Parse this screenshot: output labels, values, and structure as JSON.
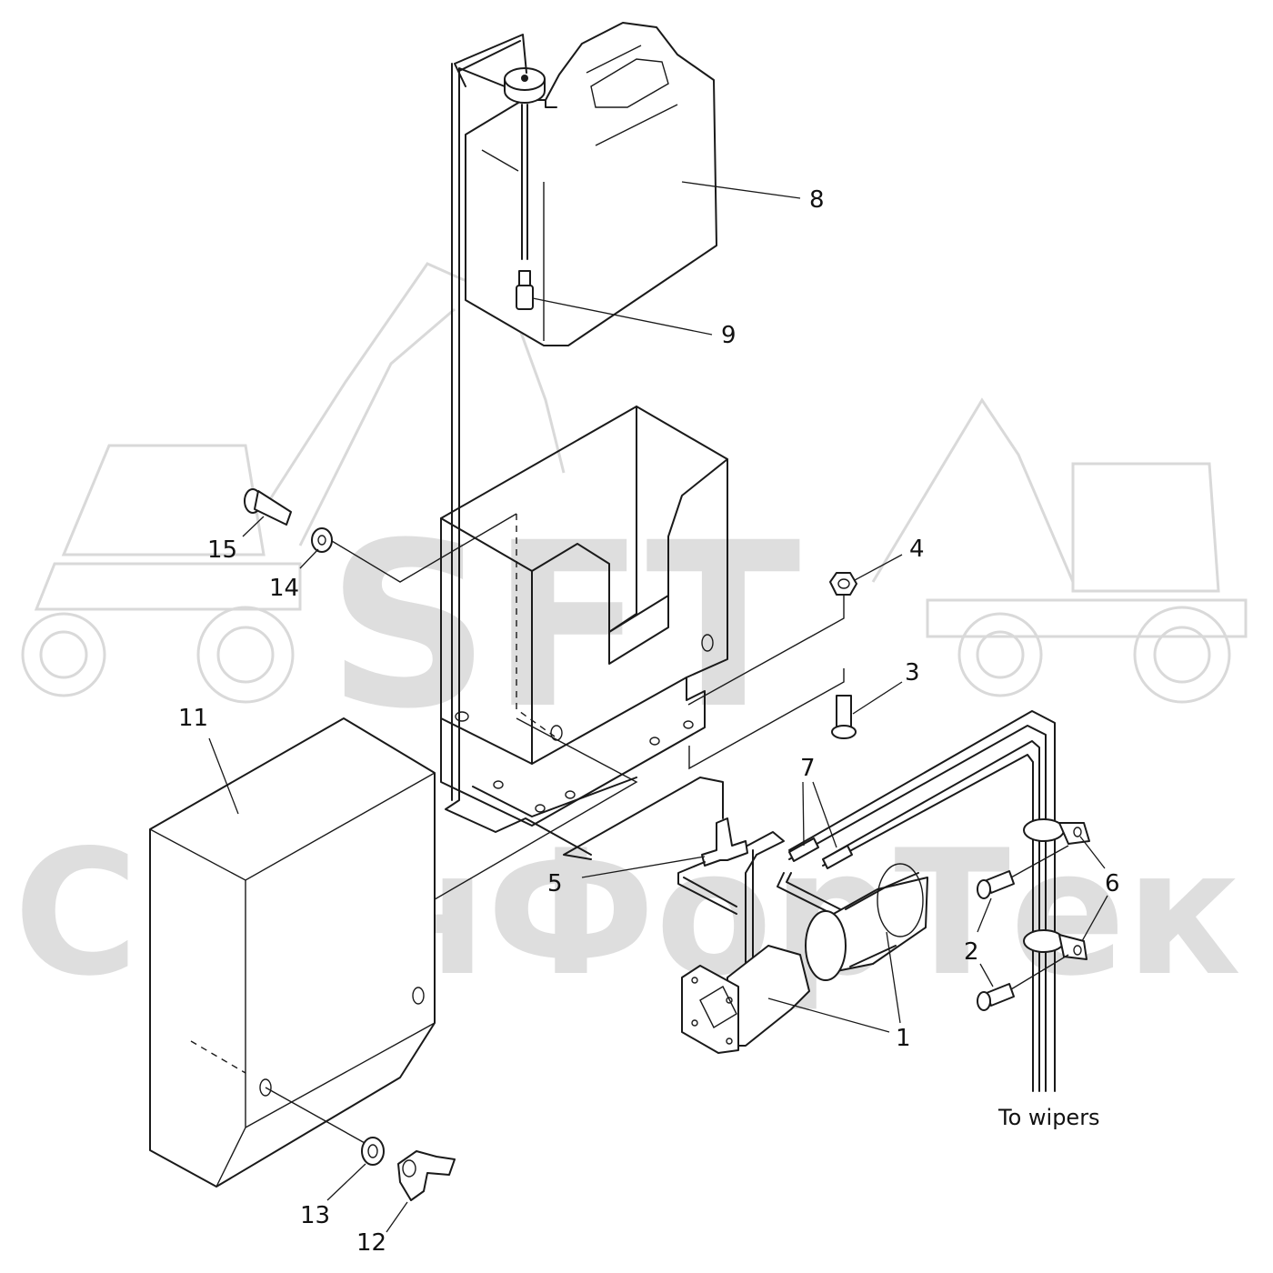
{
  "watermark": {
    "logo_text": "SFT",
    "brand_text": "СканФорТек"
  },
  "callouts": [
    {
      "id": "1",
      "label": "1"
    },
    {
      "id": "2",
      "label": "2"
    },
    {
      "id": "3",
      "label": "3"
    },
    {
      "id": "4",
      "label": "4"
    },
    {
      "id": "5",
      "label": "5"
    },
    {
      "id": "6",
      "label": "6"
    },
    {
      "id": "7",
      "label": "7"
    },
    {
      "id": "8",
      "label": "8"
    },
    {
      "id": "9",
      "label": "9"
    },
    {
      "id": "11",
      "label": "11"
    },
    {
      "id": "12",
      "label": "12"
    },
    {
      "id": "13",
      "label": "13"
    },
    {
      "id": "14",
      "label": "14"
    },
    {
      "id": "15",
      "label": "15"
    }
  ],
  "annotations": {
    "to_wipers": "To wipers"
  },
  "colors": {
    "line": "#1a1a1a",
    "watermark": "#dedede",
    "background": "#ffffff"
  }
}
